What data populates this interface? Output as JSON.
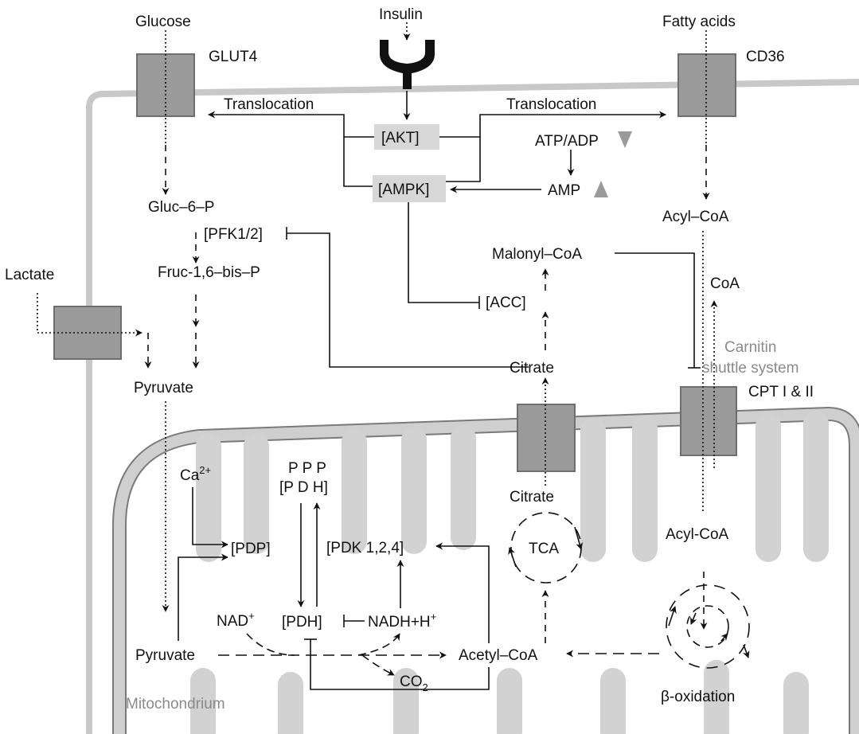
{
  "labels": {
    "glucose": "Glucose",
    "glut4": "GLUT4",
    "insulin": "Insulin",
    "fatty_acids": "Fatty acids",
    "cd36": "CD36",
    "translocation_left": "Translocation",
    "translocation_right": "Translocation",
    "akt": "[AKT]",
    "ampk": "[AMPK]",
    "atp_adp": "ATP/ADP",
    "amp": "AMP",
    "gluc6p": "Gluc–6–P",
    "pfk": "[PFK1/2]",
    "fruc": "Fruc-1,6–bis–P",
    "acyl_coa_cyto": "Acyl–CoA",
    "malonyl_coa": "Malonyl–CoA",
    "coa": "CoA",
    "acc": "[ACC]",
    "lactate": "Lactate",
    "pyruvate_cyto": "Pyruvate",
    "citrate_cyto": "Citrate",
    "carnitin_line1": "Carnitin",
    "carnitin_line2": "shuttle system",
    "cpt": "CPT I & II",
    "ca": "Ca",
    "ca_sup": "2+",
    "ppp": "P P P",
    "pdh_p": "[P D H]",
    "pdp": "[PDP]",
    "pdk": "[PDK 1,2,4]",
    "citrate_mito": "Citrate",
    "tca": "TCA",
    "acyl_coa_mito": "Acyl-CoA",
    "nad": "NAD",
    "nad_sup": "+",
    "pdh": "[PDH]",
    "nadh": "NADH+H",
    "nadh_sup": "+",
    "pyruvate_mito": "Pyruvate",
    "acetyl_coa": "Acetyl–CoA",
    "co2": "CO",
    "co2_sub": "2",
    "beta_ox": "β-oxidation",
    "mitochondrium": "Mitochondrium"
  },
  "colors": {
    "membrane": "#c8c8c8",
    "membrane_edge": "#7a7a7a",
    "transporter": "#9a9a9a",
    "enzyme_box": "#d7d7d7",
    "arrow": "#111111",
    "label_gray": "#8a8a8a"
  }
}
